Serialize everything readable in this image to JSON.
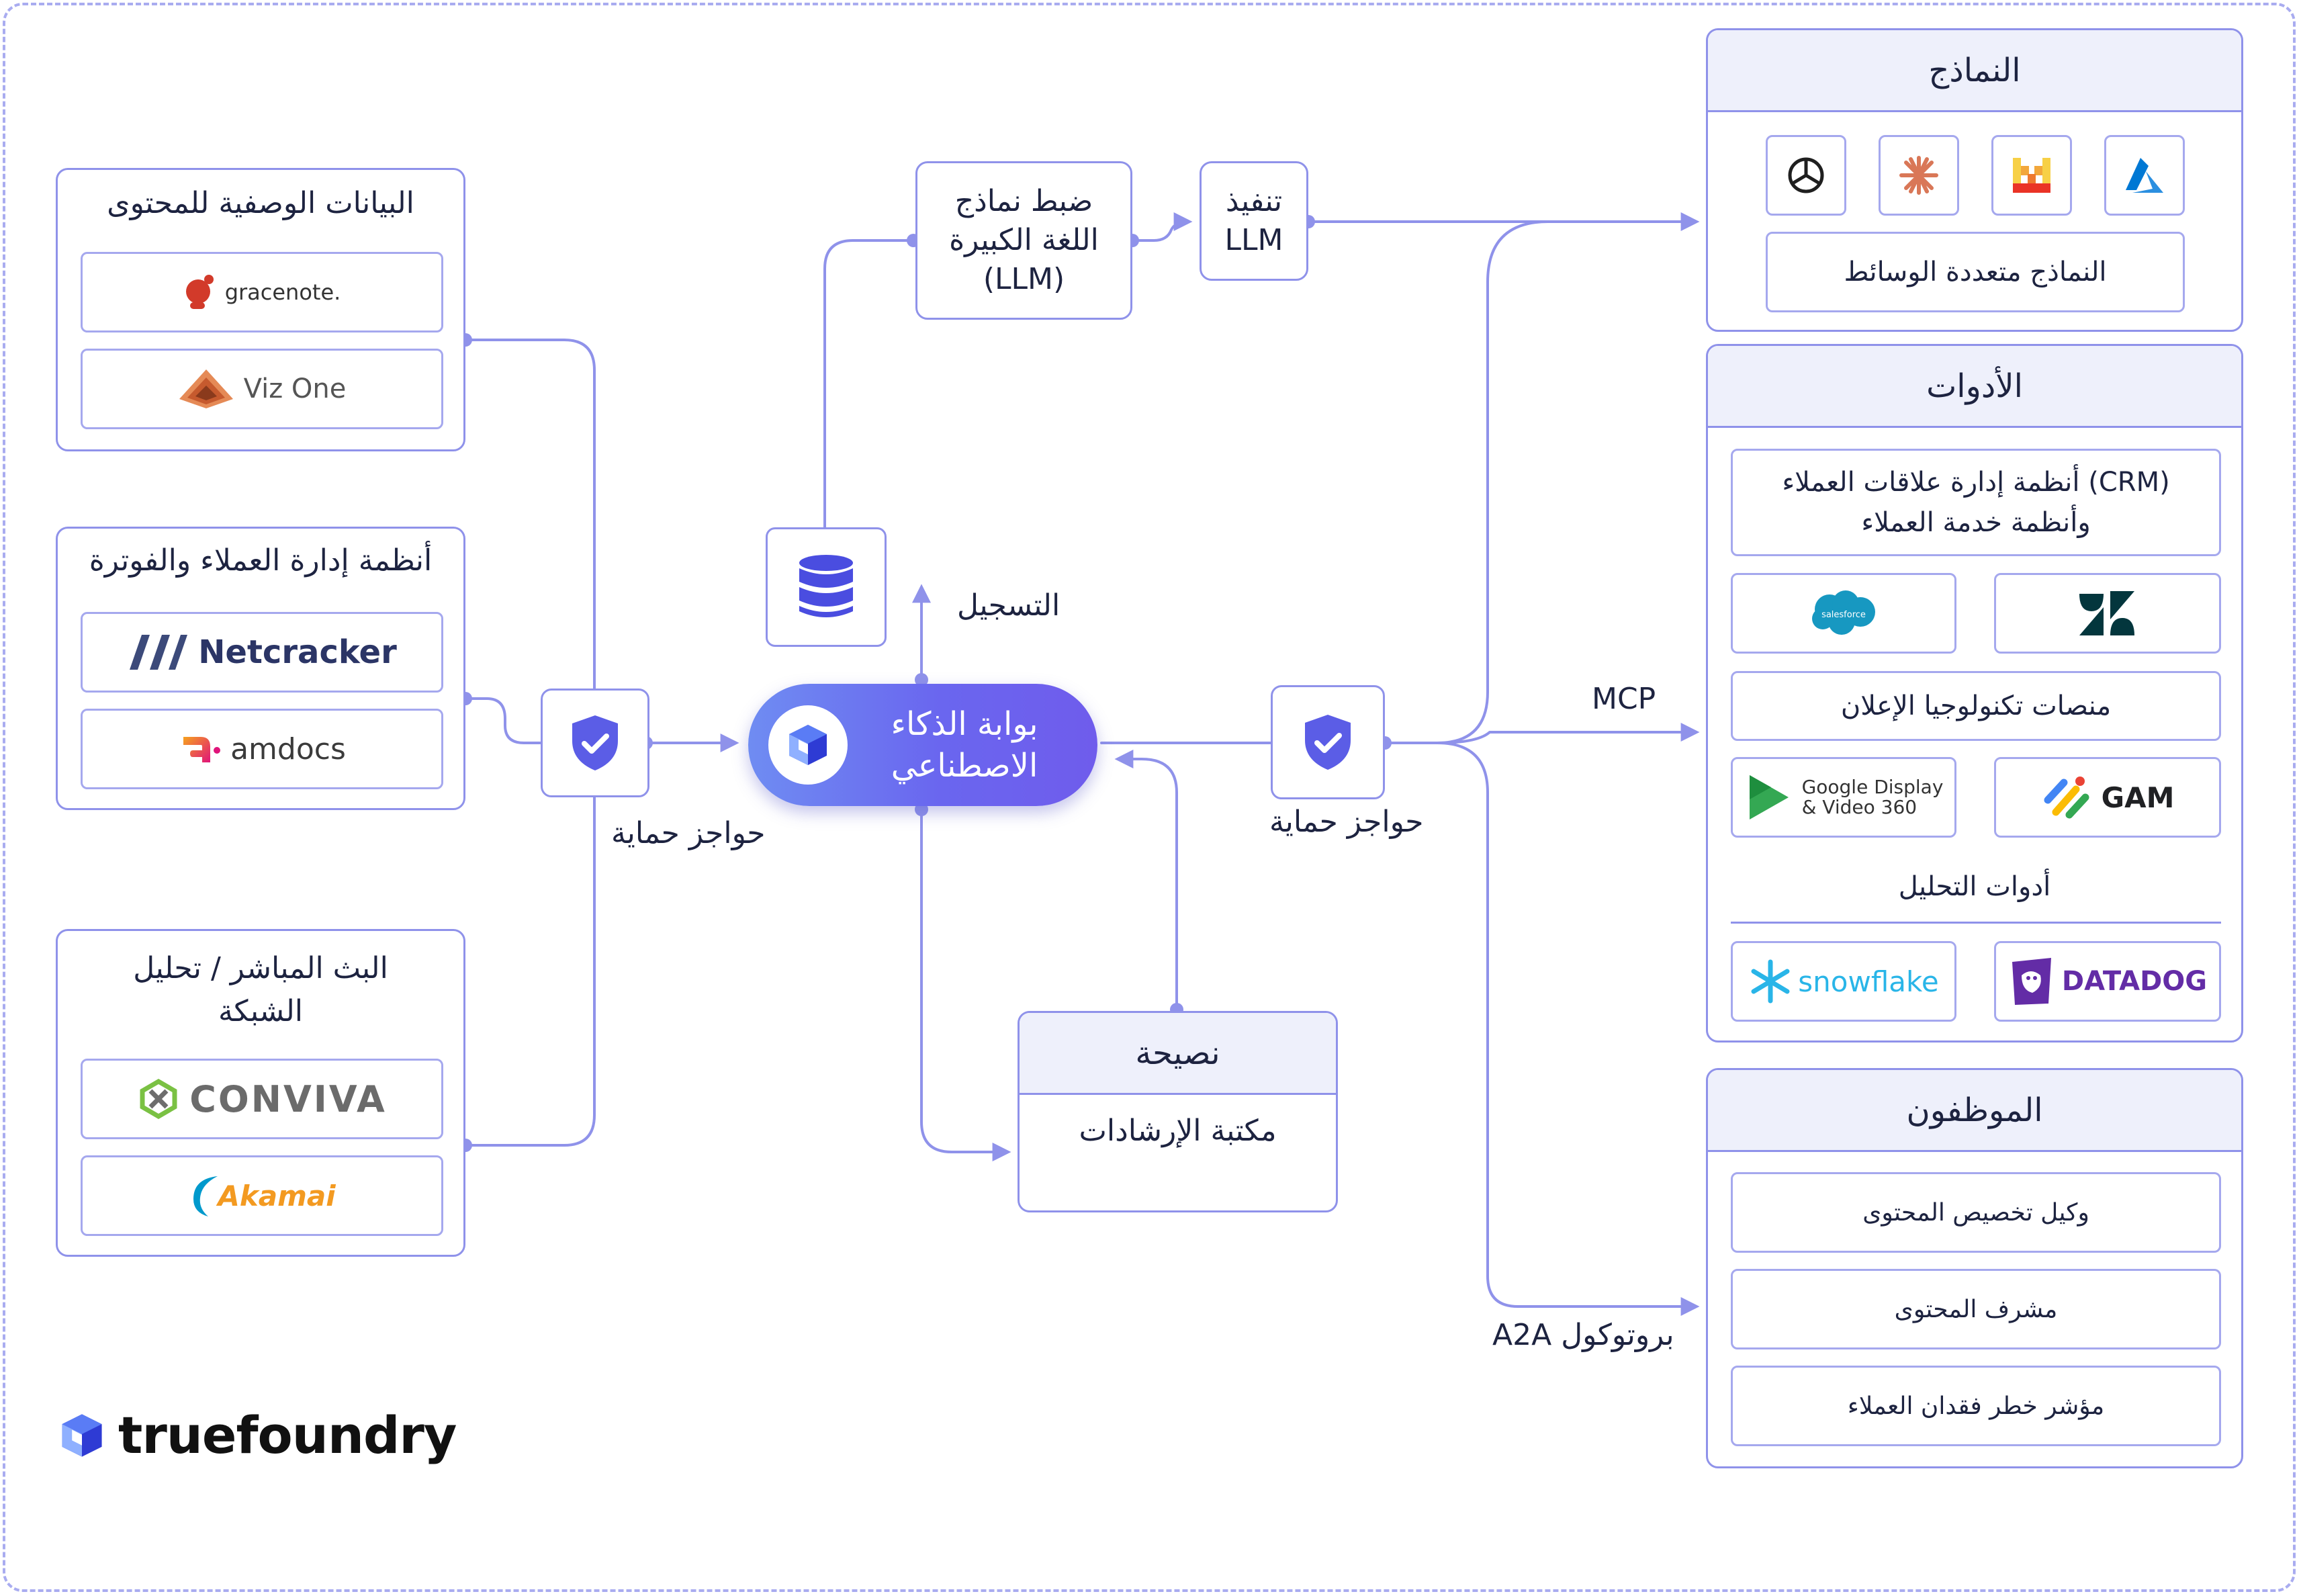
{
  "left_panels": {
    "metadata": {
      "title": "البيانات الوصفية للمحتوى",
      "logos": [
        "gracenote.",
        "Viz One"
      ]
    },
    "billing": {
      "title": "أنظمة إدارة العملاء والفوترة",
      "logos": [
        "Netcracker",
        "amdocs"
      ]
    },
    "streaming": {
      "title_line1": "البث المباشر / تحليل",
      "title_line2": "الشبكة",
      "logos": [
        "CONVIVA",
        "Akamai"
      ]
    }
  },
  "center": {
    "gateway_line1": "بوابة الذكاء",
    "gateway_line2": "الاصطناعي",
    "guardrails_left": "حواجز حماية",
    "guardrails_right": "حواجز حماية",
    "logging": "التسجيل",
    "finetune_line1": "ضبط نماذج",
    "finetune_line2": "اللغة الكبيرة",
    "finetune_line3": "(LLM)",
    "exec_line1": "تنفيذ",
    "exec_line2": "LLM",
    "advice_title": "نصيحة",
    "advice_item": "مكتبة الإرشادات"
  },
  "connectors": {
    "mcp": "MCP",
    "a2a": "بروتوكول A2A"
  },
  "right_panels": {
    "models": {
      "title": "النماذج",
      "multimodal": "النماذج متعددة الوسائط",
      "icons": [
        "openai-icon",
        "anthropic-icon",
        "mistral-icon",
        "azure-icon"
      ]
    },
    "tools": {
      "title": "الأدوات",
      "crm_line1": "(CRM) أنظمة إدارة علاقات العملاء",
      "crm_line2": "وأنظمة خدمة العملاء",
      "crm_logos": [
        "salesforce",
        "zendesk"
      ],
      "adtech": "منصات تكنولوجيا الإعلان",
      "dv360_line1": "Google Display",
      "dv360_line2": "& Video 360",
      "gam": "GAM",
      "analytics": "أدوات التحليل",
      "analytics_logos": [
        "snowflake",
        "DATADOG"
      ]
    },
    "employees": {
      "title": "الموظفون",
      "items": [
        "وكيل تخصيص المحتوى",
        "مشرف المحتوى",
        "مؤشر خطر فقدان العملاء"
      ]
    }
  },
  "brand": {
    "name": "truefoundry"
  },
  "colors": {
    "accent": "#6b6cf0",
    "wire": "#8f92ea",
    "header_bg": "#eef0fb",
    "text": "#1d2340"
  }
}
